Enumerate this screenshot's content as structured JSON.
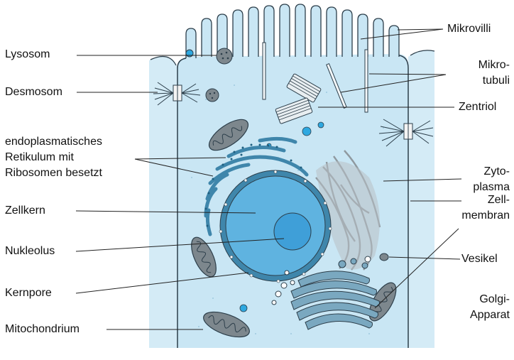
{
  "colors": {
    "cytoplasm": "#c9e6f4",
    "cytoplasm_dark": "#a9d3ea",
    "neighbor": "#d4ebf6",
    "nucleus": "#5fb3e0",
    "nucleolus": "#3f9fd8",
    "er": "#4a8fb3",
    "golgi": "#7aa8c0",
    "outline": "#2c3e4a",
    "mito": "#6a6f73",
    "filaments": "#9ea7ad",
    "leader": "#222222"
  },
  "labels_left": {
    "lysosom": "Lysosom",
    "desmosom": "Desmosom",
    "er_line1": "endoplasmatisches",
    "er_line2": "Retikulum mit",
    "er_line3": "Ribosomen besetzt",
    "zellkern": "Zellkern",
    "nukleolus": "Nukleolus",
    "kernpore": "Kernpore",
    "mitochondrium": "Mitochondrium"
  },
  "labels_right": {
    "mikrovilli": "Mikrovilli",
    "mikrotubuli_1": "Mikro-",
    "mikrotubuli_2": "tubuli",
    "zentriol": "Zentriol",
    "zytoplasma_1": "Zyto-",
    "zytoplasma_2": "plasma",
    "zellmembran_1": "Zell-",
    "zellmembran_2": "membran",
    "vesikel": "Vesikel",
    "golgi_1": "Golgi-",
    "golgi_2": "Apparat"
  }
}
